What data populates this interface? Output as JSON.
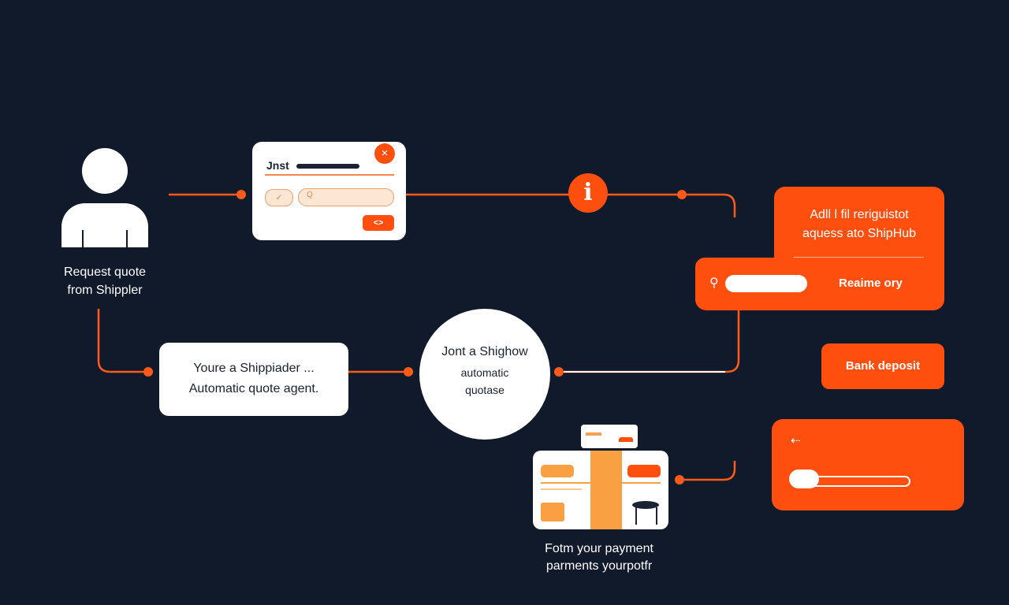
{
  "user": {
    "label_line1": "Request quote",
    "label_line2": "from Shippler"
  },
  "form_card": {
    "title": "Jnst",
    "check_glyph": "✓",
    "search_glyph": "Q",
    "code_glyph": "<>",
    "close_glyph": "×"
  },
  "info_glyph": "i",
  "request_card": {
    "line1": "Adll l fil reriguistot",
    "line2": "aquess ato ShipHub",
    "search_icon": "⚲",
    "button_label": "Reaime ory"
  },
  "bank_button": "Bank deposit",
  "agent_card": {
    "line1": "Youre a Shippiader ...",
    "line2": "Automatic quote agent."
  },
  "circle_node": {
    "line1": "Jont a Shighow",
    "line2": "automatic",
    "line3": "quotase"
  },
  "payment": {
    "line1": "Fotm your payment",
    "line2": "parments yourpotfr"
  },
  "panel": {
    "back_glyph": "⇠"
  },
  "colors": {
    "background": "#111a2b",
    "accent": "#ff4f0f",
    "connector": "#ff5a1a",
    "card": "#ffffff"
  }
}
